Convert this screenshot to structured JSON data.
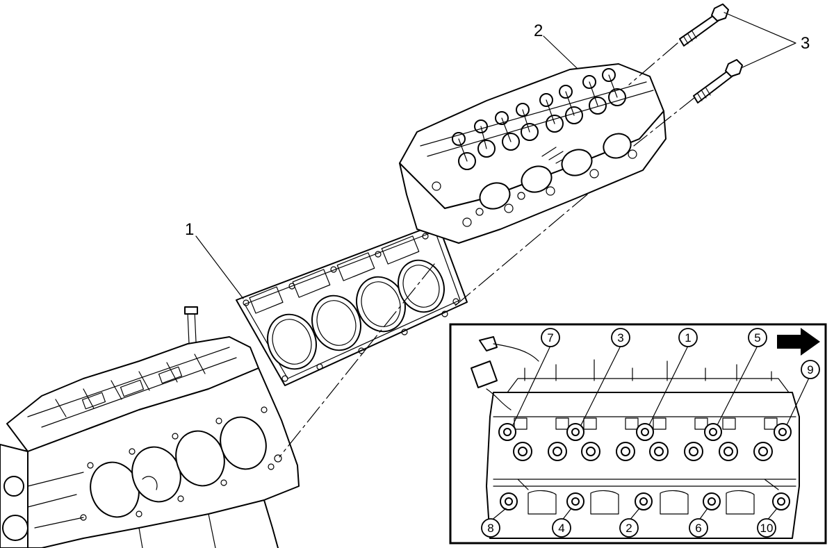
{
  "callouts": {
    "gasket": "1",
    "cylinder_head": "2",
    "bolts": "3"
  },
  "torque_sequence": [
    "1",
    "2",
    "3",
    "4",
    "5",
    "6",
    "7",
    "8",
    "9",
    "10"
  ],
  "icons": {
    "direction": "arrow-right-icon"
  }
}
